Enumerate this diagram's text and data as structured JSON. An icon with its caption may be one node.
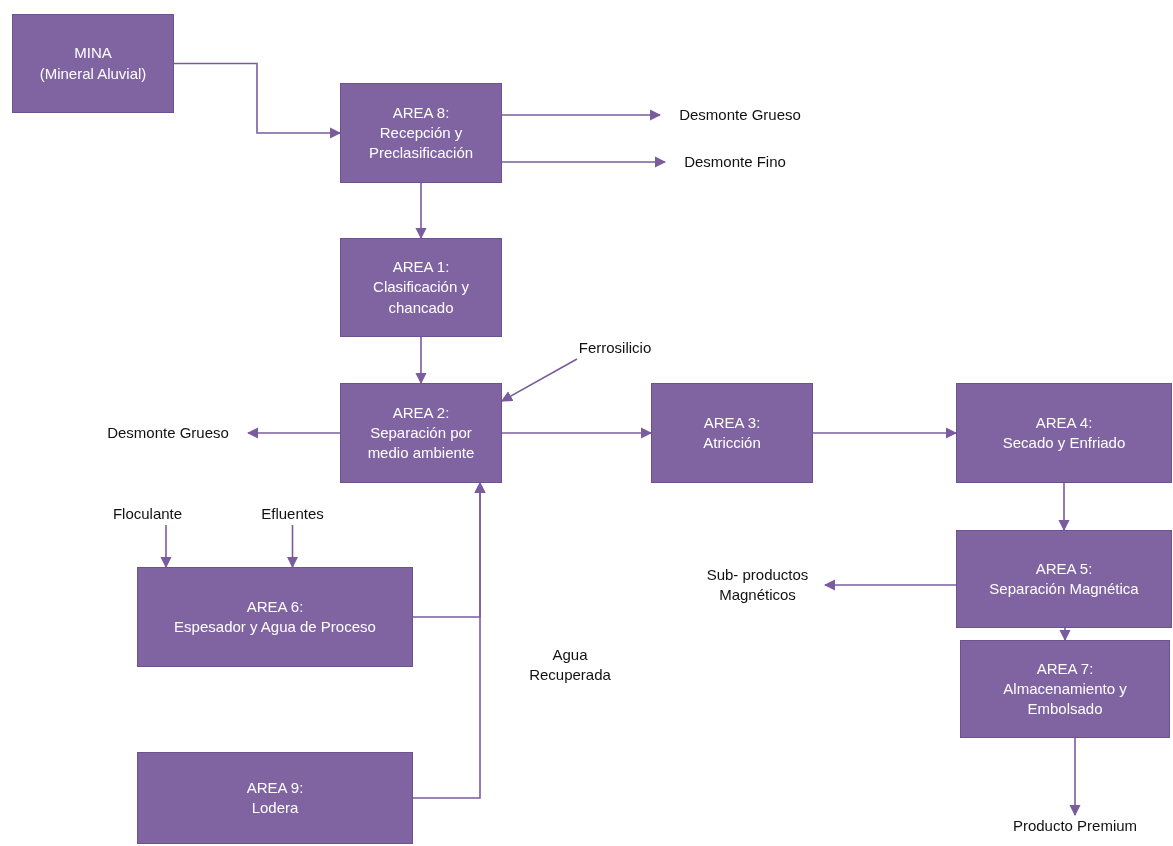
{
  "diagram": {
    "nodes": [
      {
        "text": [
          "MINA",
          "(Mineral Aluvial)"
        ]
      },
      {
        "text": [
          "AREA 8:",
          "Recepción y Preclasificación"
        ]
      },
      {
        "text": [
          "Desmonte Grueso"
        ]
      },
      {
        "text": [
          "Desmonte Fino"
        ]
      },
      {
        "text": [
          "AREA 1:",
          "Clasificación y chancado"
        ]
      },
      {
        "text": [
          "Ferrosilicio"
        ]
      },
      {
        "text": [
          "AREA 2:",
          "Separación por medio ambiente"
        ]
      },
      {
        "text": [
          "Desmonte Grueso"
        ]
      },
      {
        "text": [
          "AREA 3:",
          "Atricción"
        ]
      },
      {
        "text": [
          "AREA 4:",
          "Secado y Enfriado"
        ]
      },
      {
        "text": [
          "Floculante"
        ]
      },
      {
        "text": [
          "Efluentes"
        ]
      },
      {
        "text": [
          "AREA 6:",
          "Espesador y Agua de Proceso"
        ]
      },
      {
        "text": [
          "AREA 5:",
          "Separación Magnética"
        ]
      },
      {
        "text": [
          "Sub- productos Magnéticos"
        ]
      },
      {
        "text": [
          "AREA 7:",
          "Almacenamiento y Embolsado"
        ]
      },
      {
        "text": [
          "AREA 9:",
          "Lodera"
        ]
      },
      {
        "text": [
          "Producto Premium"
        ]
      }
    ],
    "edges": [
      {
        "from": 0,
        "to": 1,
        "arrow": "to"
      },
      {
        "from": 1,
        "to": 2,
        "arrow": "to"
      },
      {
        "from": 1,
        "to": 3,
        "arrow": "to"
      },
      {
        "from": 1,
        "to": 4,
        "arrow": "to"
      },
      {
        "from": 4,
        "to": 6,
        "arrow": "to"
      },
      {
        "from": 5,
        "to": 6,
        "arrow": "to"
      },
      {
        "from": 6,
        "to": 7,
        "arrow": "to"
      },
      {
        "from": 6,
        "to": 8,
        "arrow": "to"
      },
      {
        "from": 8,
        "to": 9,
        "arrow": "to"
      },
      {
        "from": 9,
        "to": 13,
        "arrow": "to"
      },
      {
        "from": 13,
        "to": 14,
        "arrow": "to"
      },
      {
        "from": 13,
        "to": 15,
        "arrow": "to"
      },
      {
        "from": 15,
        "to": 17,
        "arrow": "to"
      },
      {
        "from": 10,
        "to": 12,
        "arrow": "to"
      },
      {
        "from": 11,
        "to": 12,
        "arrow": "to"
      },
      {
        "from": 12,
        "to": 6,
        "arrow": "to"
      },
      {
        "from": 16,
        "to": 6,
        "arrow": "to"
      }
    ],
    "labels": [
      "Agua Recuperada"
    ]
  }
}
